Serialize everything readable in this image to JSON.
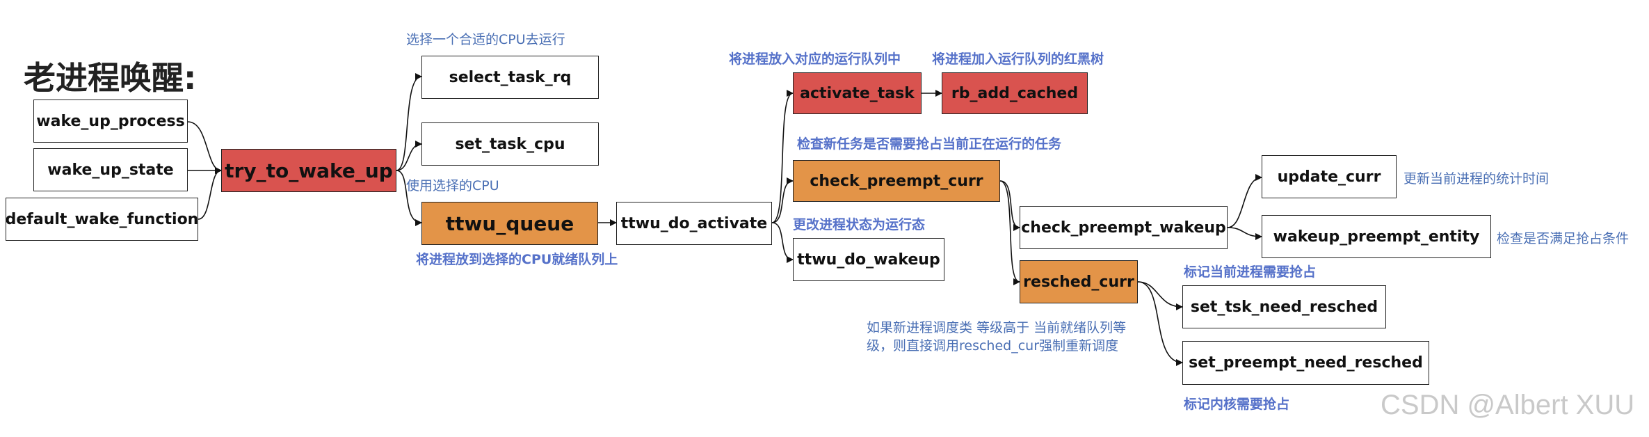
{
  "title": "老进程唤醒:",
  "boxes": {
    "wake_up_process": "wake_up_process",
    "wake_up_state": "wake_up_state",
    "default_wake_function": "default_wake_function",
    "try_to_wake_up": "try_to_wake_up",
    "select_task_rq": "select_task_rq",
    "set_task_cpu": "set_task_cpu",
    "ttwu_queue": "ttwu_queue",
    "ttwu_do_activate": "ttwu_do_activate",
    "activate_task": "activate_task",
    "rb_add_cached": "rb_add_cached",
    "check_preempt_curr": "check_preempt_curr",
    "ttwu_do_wakeup": "ttwu_do_wakeup",
    "check_preempt_wakeup": "check_preempt_wakeup",
    "update_curr": "update_curr",
    "wakeup_preempt_entity": "wakeup_preempt_entity",
    "resched_curr": "resched_curr",
    "set_tsk_need_resched": "set_tsk_need_resched",
    "set_preempt_need_resched": "set_preempt_need_resched"
  },
  "notes": {
    "select_cpu": "选择一个合适的CPU去运行",
    "use_cpu": "使用选择的CPU",
    "put_rq": "将进程放到选择的CPU就绪队列上",
    "activate": "将进程放入对应的运行队列中",
    "rb_tree": "将进程加入运行队列的红黑树",
    "check_preempt": "检查新任务是否需要抢占当前正在运行的任务",
    "change_state": "更改进程状态为运行态",
    "update_stats": "更新当前进程的统计时间",
    "check_cond": "检查是否满足抢占条件",
    "mark_current": "标记当前进程需要抢占",
    "resched_line1": "如果新进程调度类 等级高于 当前就绪队列等",
    "resched_line2": "级，则直接调用resched_cur强制重新调度",
    "mark_kernel": "标记内核需要抢占"
  },
  "watermark": "CSDN @Albert XUU",
  "colors": {
    "red_box": "#d9534f",
    "orange_box": "#e39448",
    "note_text": "#4a6fb4"
  }
}
